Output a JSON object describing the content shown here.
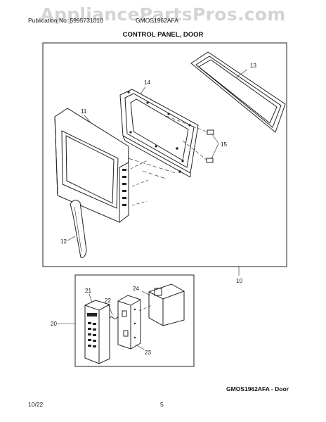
{
  "watermark": "AppliancePartsPros.com",
  "header": {
    "publication": "Publication No: 5995731010",
    "model": "GMOS1962AFA",
    "section_title": "CONTROL PANEL, DOOR"
  },
  "callouts": {
    "door_frame": "13",
    "choke": "14",
    "hinge": "15",
    "door": "11",
    "handle": "12",
    "door_assembly": "10",
    "control_panel": "21",
    "spring": "22",
    "bracket": "23",
    "cover": "24",
    "control_assembly": "20"
  },
  "caption": "GMOS1962AFA - Door",
  "footer": {
    "date": "10/22",
    "page": "5"
  }
}
